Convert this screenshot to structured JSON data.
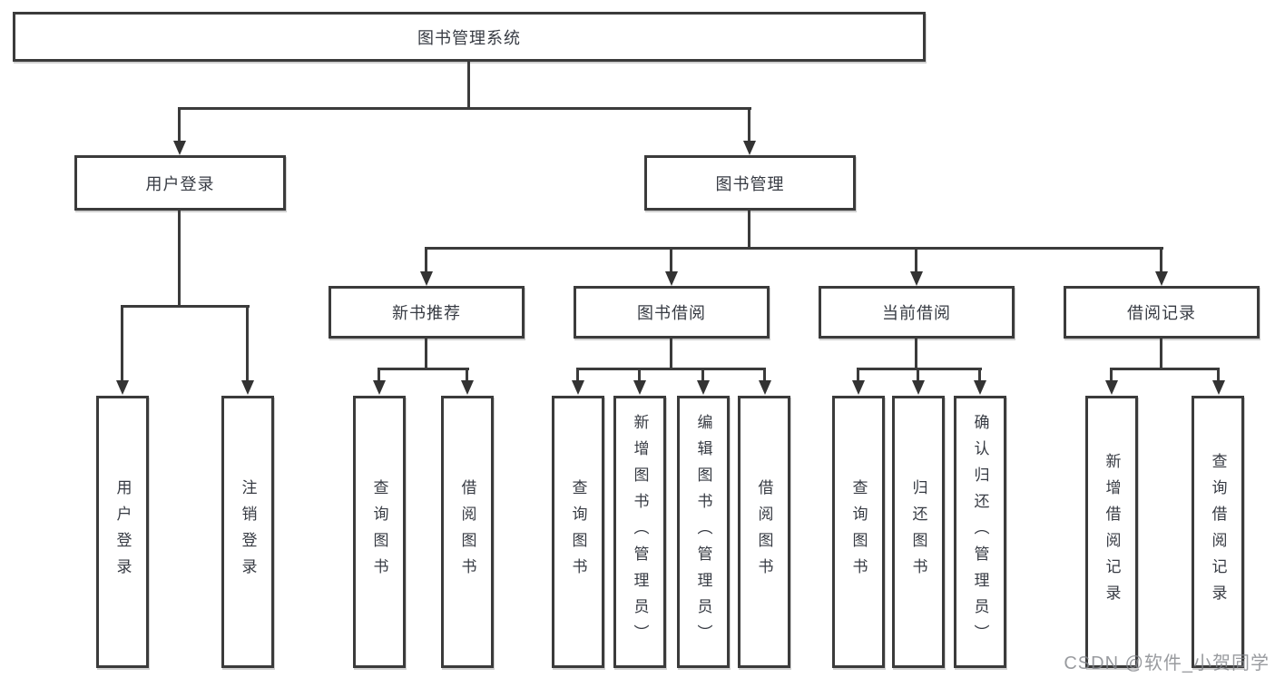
{
  "diagram": {
    "root": "图书管理系统",
    "level2": [
      {
        "label": "用户登录",
        "children": [
          "用户登录",
          "注销登录"
        ]
      },
      {
        "label": "图书管理"
      }
    ],
    "level3": [
      {
        "label": "新书推荐",
        "children": [
          "查询图书",
          "借阅图书"
        ]
      },
      {
        "label": "图书借阅",
        "children": [
          "查询图书",
          "新增图书（管理员）",
          "编辑图书（管理员）",
          "借阅图书"
        ]
      },
      {
        "label": "当前借阅",
        "children": [
          "查询图书",
          "归还图书",
          "确认归还（管理员）"
        ]
      },
      {
        "label": "借阅记录",
        "children": [
          "新增借阅记录",
          "查询借阅记录"
        ]
      }
    ]
  },
  "watermark": "CSDN @软件_小贺同学",
  "colors": {
    "line": "#3b3b3b",
    "border": "#3b3b3b",
    "text": "#373b43",
    "watermark": "#82858a",
    "background": "#ffffff"
  }
}
